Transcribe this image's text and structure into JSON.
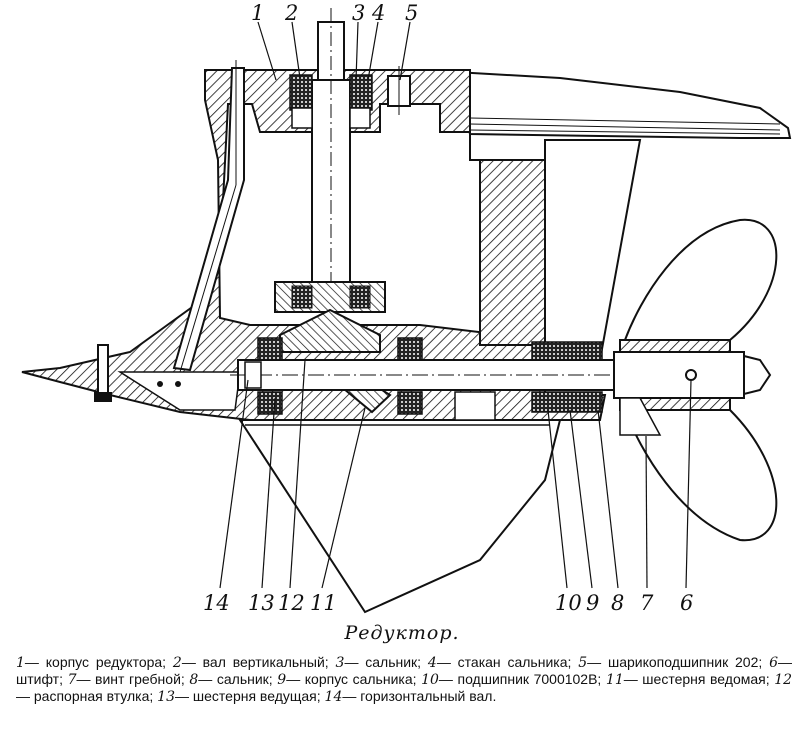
{
  "labels": {
    "top": [
      "1",
      "2",
      "3",
      "4",
      "5"
    ],
    "bottom": [
      "14",
      "13",
      "12",
      "11",
      "10",
      "9",
      "8",
      "7",
      "6"
    ]
  },
  "caption": "Редуктор.",
  "legend": [
    {
      "num": "1",
      "text": "— корпус редуктора;"
    },
    {
      "num": "2",
      "text": "— вал вертикальный;"
    },
    {
      "num": "3",
      "text": "— сальник;"
    },
    {
      "num": "4",
      "text": "— стакан сальника;"
    },
    {
      "num": "5",
      "text": "— шарикоподшипник 202;"
    },
    {
      "num": "6",
      "text": "— штифт;"
    },
    {
      "num": "7",
      "text": "— винт гребной;"
    },
    {
      "num": "8",
      "text": "— сальник;"
    },
    {
      "num": "9",
      "text": "— корпус сальника;"
    },
    {
      "num": "10",
      "text": "— подшипник 7000102В;"
    },
    {
      "num": "11",
      "text": "— шестерня ведомая;"
    },
    {
      "num": "12",
      "text": "— распорная втулка;"
    },
    {
      "num": "13",
      "text": "— шестерня ведущая;"
    },
    {
      "num": "14",
      "text": "— горизонтальный вал."
    }
  ]
}
